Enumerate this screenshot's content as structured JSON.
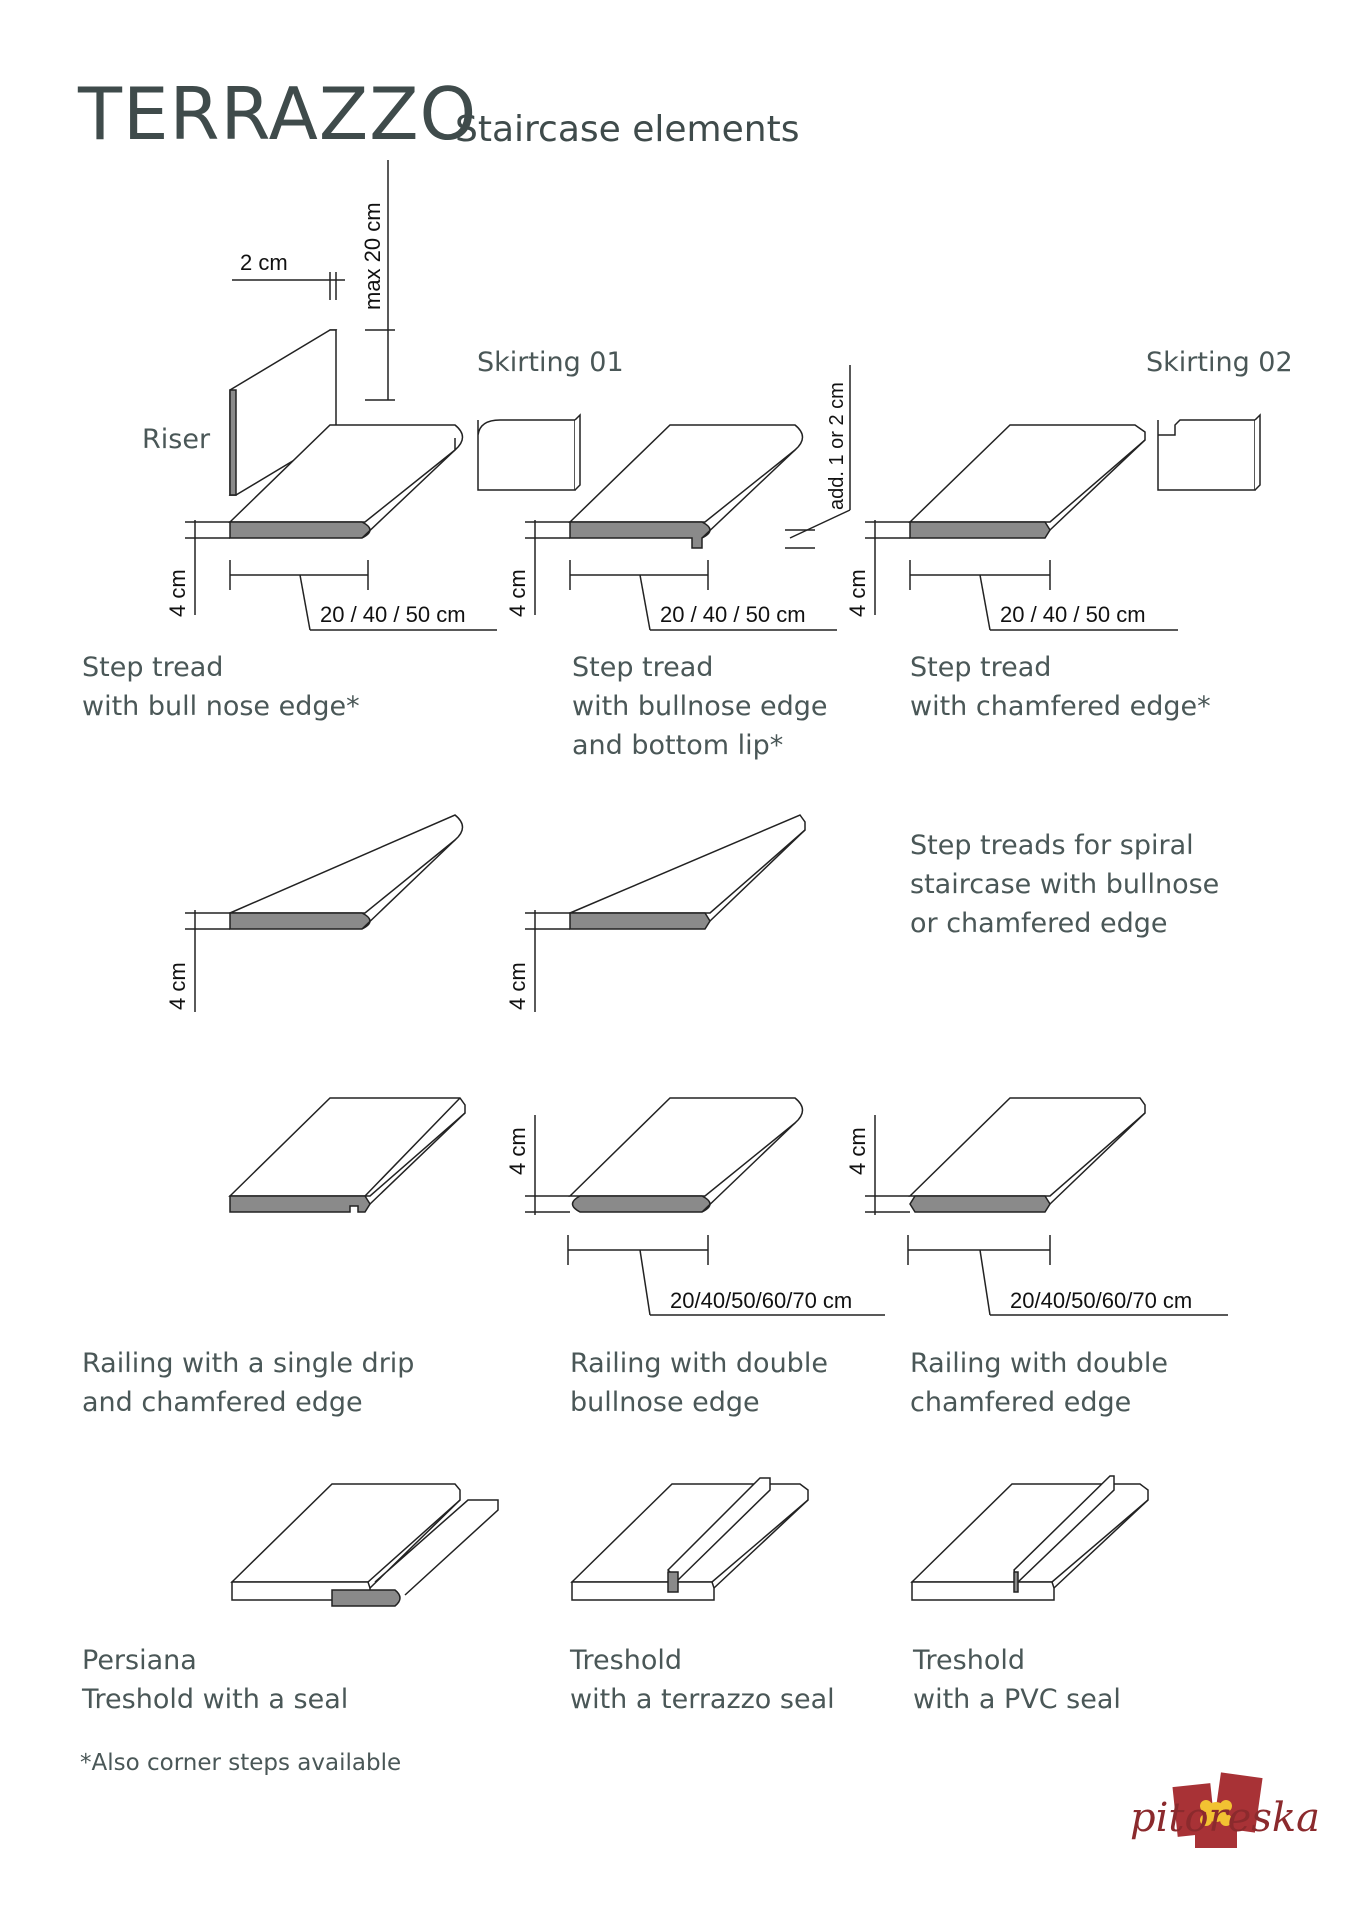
{
  "title": "TERRAZZO",
  "subtitle": "Staircase elements",
  "labels": {
    "riser": "Riser",
    "skirting01": "Skirting 01",
    "skirting02": "Skirting 02",
    "dim_2cm": "2 cm",
    "dim_max20": "max 20 cm",
    "dim_4cm": "4 cm",
    "dim_add": "add. 1 or 2 cm",
    "dim_width_a": "20 / 40 / 50 cm",
    "dim_width_b": "20/40/50/60/70 cm"
  },
  "captions": {
    "bullnose": [
      "Step tread",
      "with bull nose edge*"
    ],
    "bullnose_lip": [
      "Step tread",
      "with bullnose edge",
      "and bottom lip*"
    ],
    "chamfered": [
      "Step tread",
      "with chamfered edge*"
    ],
    "spiral": [
      "Step treads for spiral",
      "staircase with bullnose",
      "or chamfered edge"
    ],
    "rail_single": [
      "Railing with a single drip",
      "and chamfered edge"
    ],
    "rail_double_bull": [
      "Railing with double",
      "bullnose edge"
    ],
    "rail_double_cham": [
      "Railing with double",
      "chamfered edge"
    ],
    "persiana": [
      "Persiana",
      "Treshold with a seal"
    ],
    "thr_terrazzo": [
      "Treshold",
      "with a terrazzo seal"
    ],
    "thr_pvc": [
      "Treshold",
      "with a PVC seal"
    ]
  },
  "footnote": "*Also corner steps available",
  "brand": "pitoreska",
  "colors": {
    "text": "#3f4b4b",
    "edge_fill": "#8a8a8a",
    "logo": "#a83236",
    "logo_flower": "#f2c232"
  }
}
